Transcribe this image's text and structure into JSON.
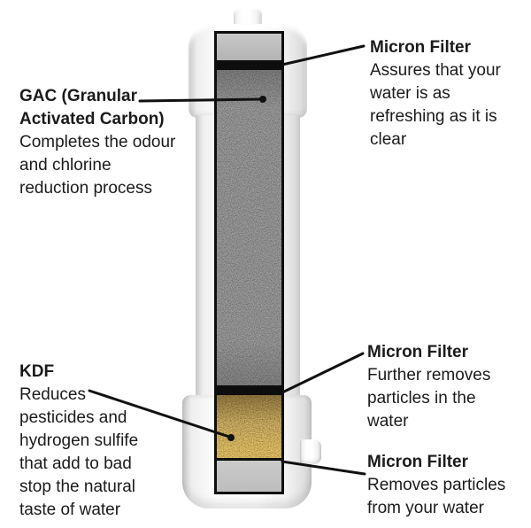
{
  "figure": {
    "background": "#ffffff",
    "text_color": "#1b1b1b",
    "callouts": {
      "gac": {
        "title": "GAC (Granular\nActivated Carbon)",
        "body": "Completes the odour\nand chlorine\nreduction process"
      },
      "micron_top": {
        "title": "Micron Filter",
        "body": "Assures that your\nwater is as\nrefreshing as it is\nclear"
      },
      "kdf": {
        "title": "KDF",
        "body": "Reduces\npesticides and\nhydrogen sulfife\nthat add to bad\nstop the natural\ntaste of water"
      },
      "micron_middle": {
        "title": "Micron Filter",
        "body": "Further removes\nparticles in the\nwater"
      },
      "micron_bottom": {
        "title": "Micron Filter",
        "body": "Removes particles\nfrom your water"
      }
    },
    "filter": {
      "housing_color": "#ffffff",
      "outline_color": "#0e0e0e",
      "sections": [
        {
          "name": "top-cap",
          "color": "#bdbdbd"
        },
        {
          "name": "micron-filter-band-top",
          "color": "#0d0d0d"
        },
        {
          "name": "gac-carbon-media",
          "color": "#303030"
        },
        {
          "name": "micron-filter-band-middle",
          "color": "#0d0d0d"
        },
        {
          "name": "kdf-media",
          "color": "#a87c16"
        },
        {
          "name": "micron-filter-band-bottom",
          "color": "#0d0d0d"
        },
        {
          "name": "bottom-cap",
          "color": "#c3c3c3"
        }
      ]
    }
  }
}
